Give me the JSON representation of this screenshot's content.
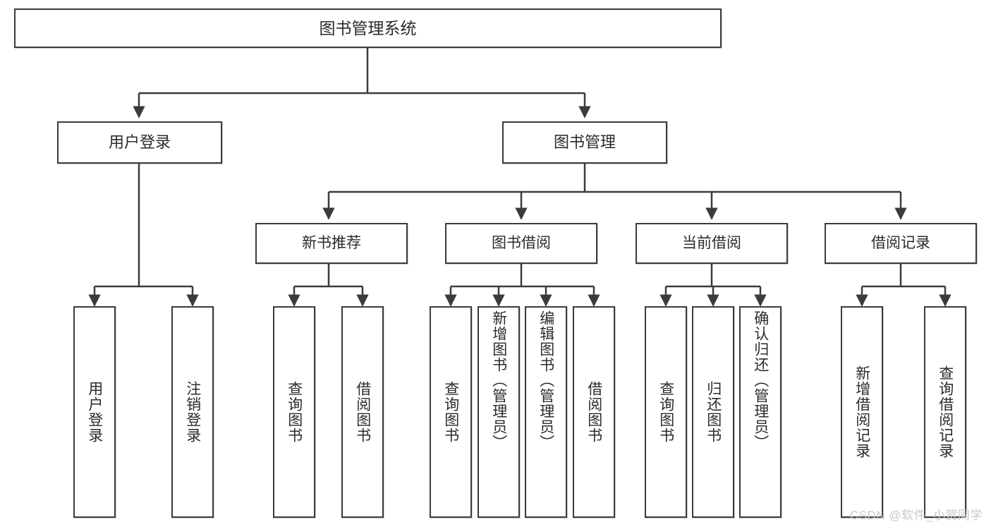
{
  "diagram": {
    "type": "tree-hierarchy",
    "root": {
      "label": "图书管理系统"
    },
    "level2": [
      {
        "label": "用户登录"
      },
      {
        "label": "图书管理"
      }
    ],
    "level3": [
      {
        "label": "新书推荐"
      },
      {
        "label": "图书借阅"
      },
      {
        "label": "当前借阅"
      },
      {
        "label": "借阅记录"
      }
    ],
    "leaves": {
      "user_login": [
        {
          "label": "用户登录"
        },
        {
          "label": "注销登录"
        }
      ],
      "new_book_recommend": [
        {
          "label": "查询图书"
        },
        {
          "label": "借阅图书"
        }
      ],
      "book_borrow": [
        {
          "label": "查询图书"
        },
        {
          "label": "新增图书（管理员）"
        },
        {
          "label": "编辑图书（管理员）"
        },
        {
          "label": "借阅图书"
        }
      ],
      "current_borrow": [
        {
          "label": "查询图书"
        },
        {
          "label": "归还图书"
        },
        {
          "label": "确认归还（管理员）"
        }
      ],
      "borrow_record": [
        {
          "label": "新增借阅记录"
        },
        {
          "label": "查询借阅记录"
        }
      ]
    }
  },
  "watermark": {
    "text": "CSDN @软件_小贺同学"
  },
  "colors": {
    "stroke": "#3b3b3b",
    "text": "#2b2b2b",
    "background": "#ffffff",
    "watermark": "#c9c9c9"
  }
}
